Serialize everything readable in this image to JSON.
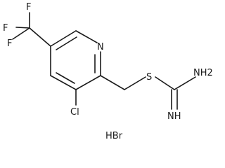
{
  "molecule": {
    "atoms": {
      "f_top": "F",
      "f_left": "F",
      "f_bottom": "F",
      "n_ring": "N",
      "cl": "Cl",
      "s": "S",
      "nh2": "NH2",
      "nh": "NH"
    },
    "counterion": "HBr"
  }
}
